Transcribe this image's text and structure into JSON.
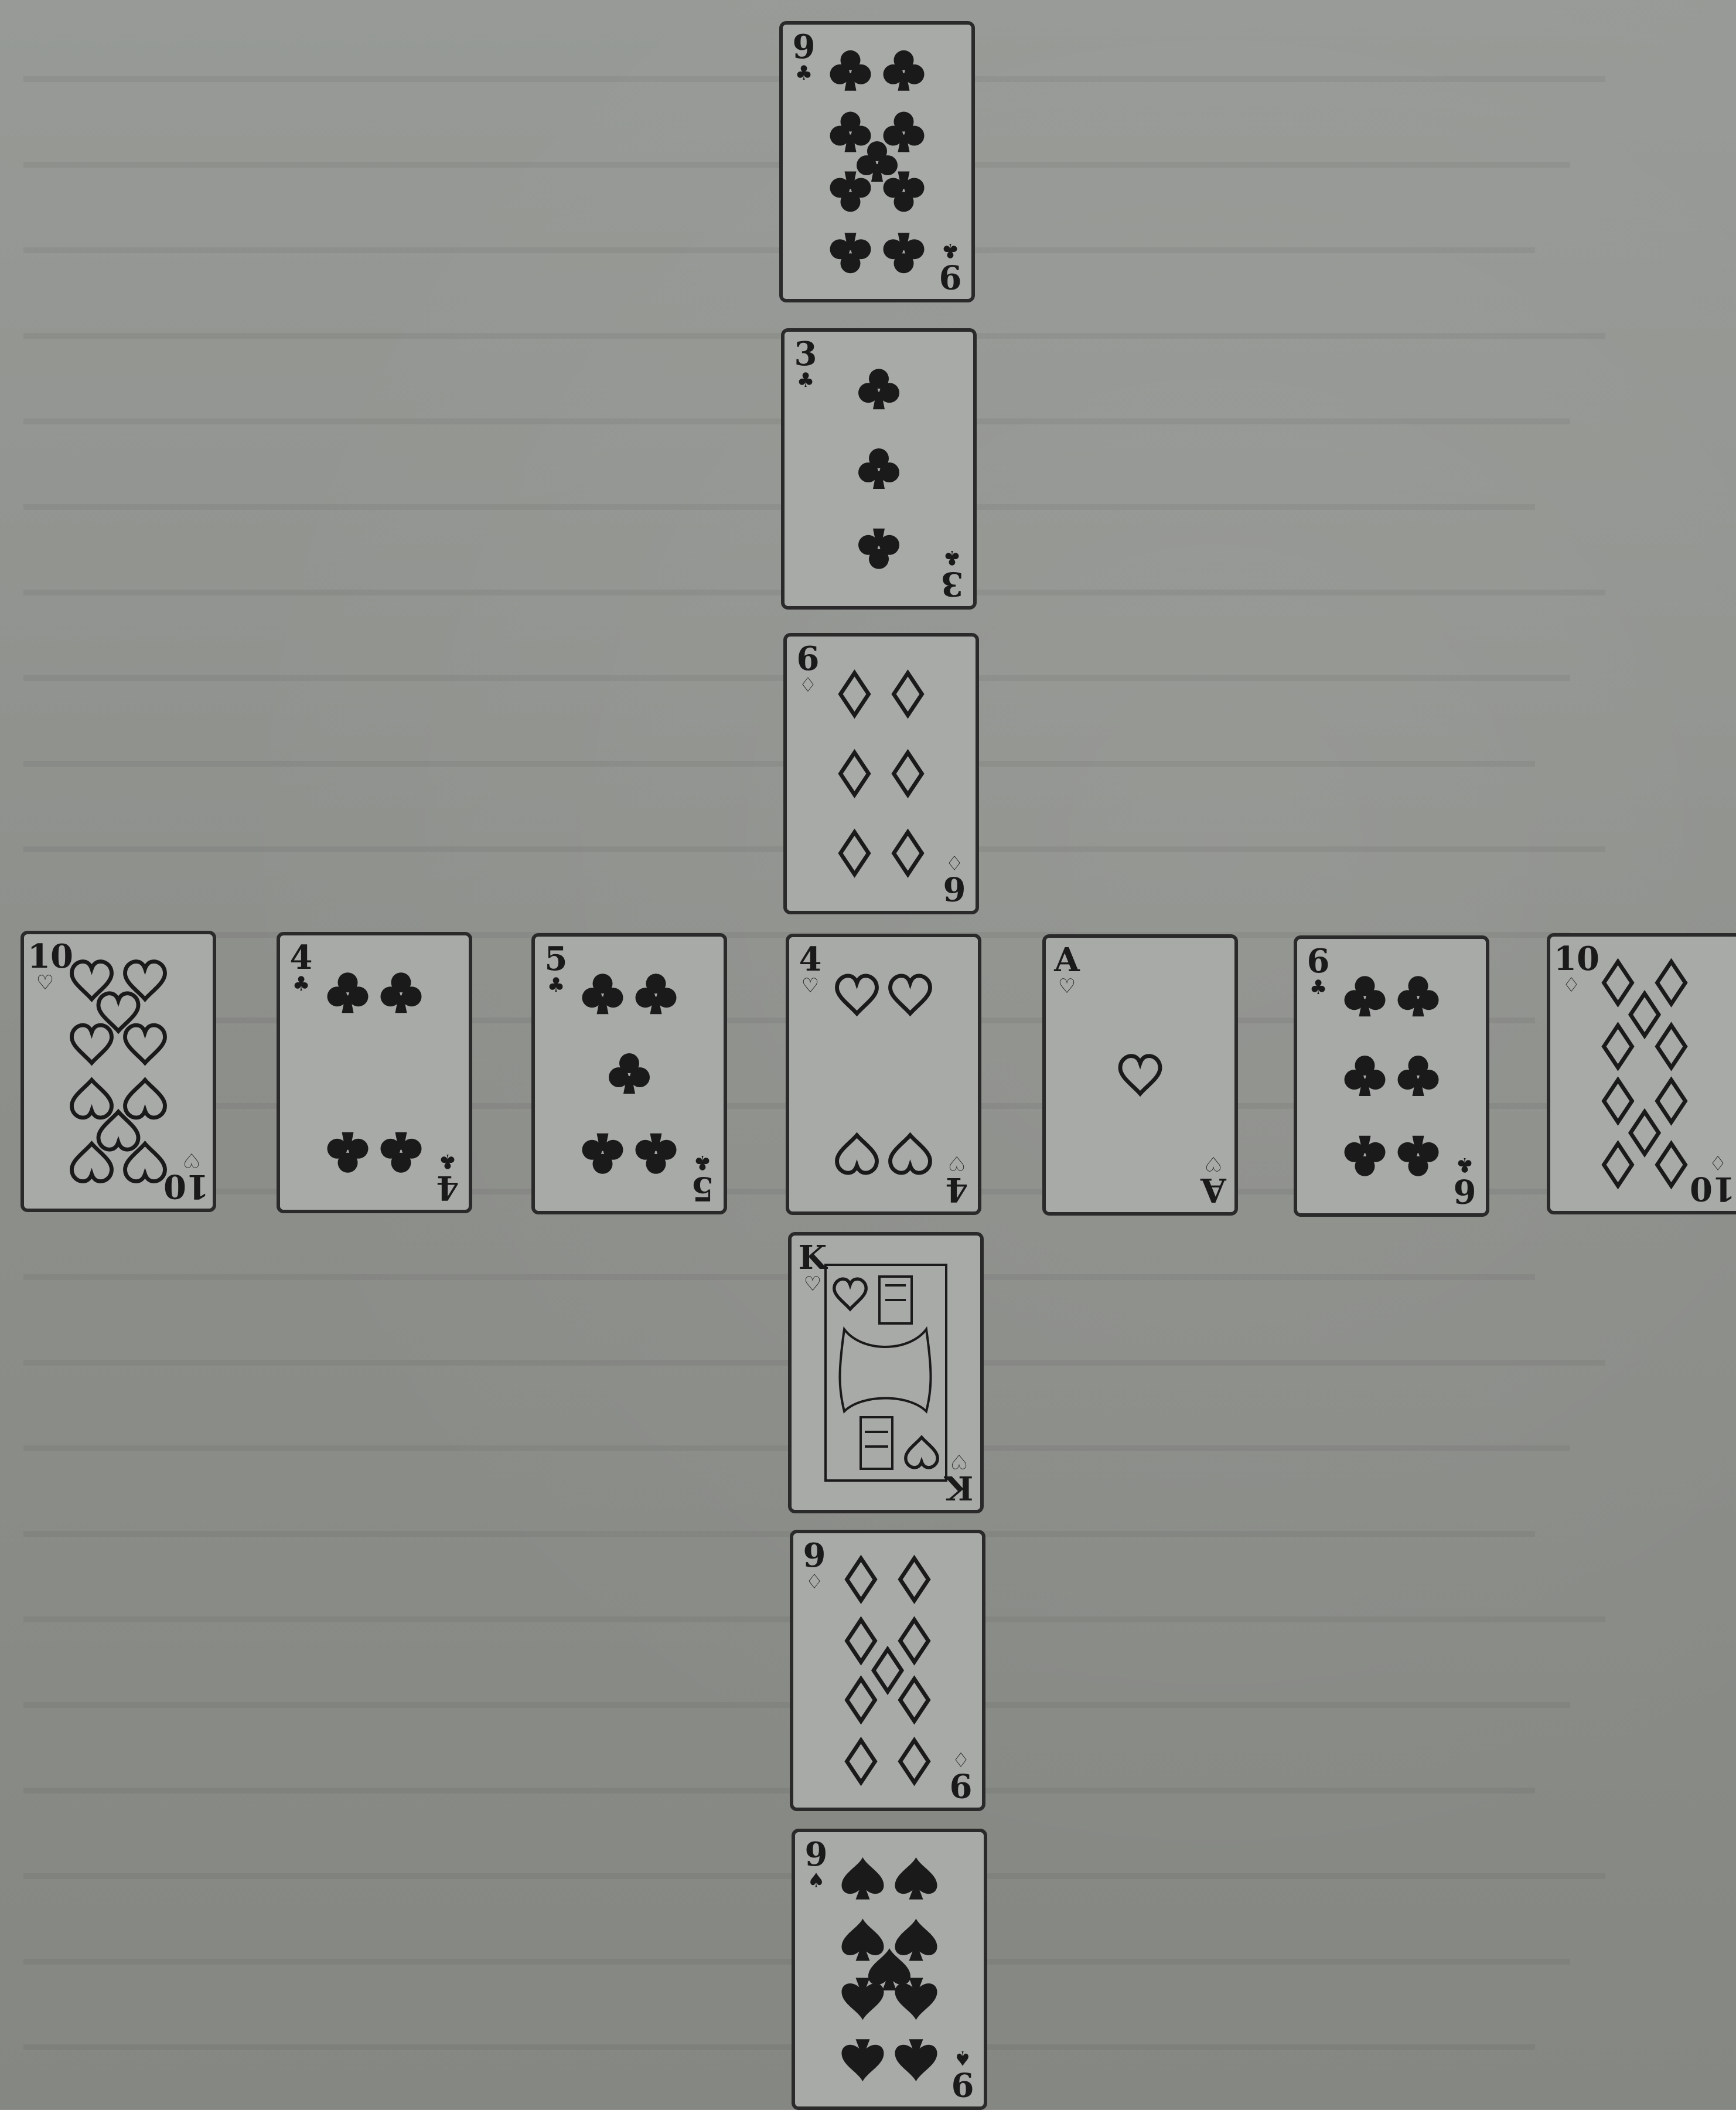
{
  "layout": {
    "vertical_column": [
      {
        "rank": "9",
        "suit": "clubs",
        "suit_symbol": "♣"
      },
      {
        "rank": "3",
        "suit": "clubs",
        "suit_symbol": "♣"
      },
      {
        "rank": "6",
        "suit": "diamonds",
        "suit_symbol": "♢"
      },
      {
        "rank": "4",
        "suit": "hearts",
        "suit_symbol": "♡"
      },
      {
        "rank": "K",
        "suit": "hearts",
        "suit_symbol": "♡"
      },
      {
        "rank": "9",
        "suit": "diamonds",
        "suit_symbol": "♢"
      },
      {
        "rank": "9",
        "suit": "spades",
        "suit_symbol": "♠"
      }
    ],
    "horizontal_row": [
      {
        "rank": "10",
        "suit": "hearts",
        "suit_symbol": "♡"
      },
      {
        "rank": "4",
        "suit": "clubs",
        "suit_symbol": "♣"
      },
      {
        "rank": "5",
        "suit": "clubs",
        "suit_symbol": "♣"
      },
      {
        "rank": "4",
        "suit": "hearts",
        "suit_symbol": "♡"
      },
      {
        "rank": "A",
        "suit": "hearts",
        "suit_symbol": "♡"
      },
      {
        "rank": "6",
        "suit": "clubs",
        "suit_symbol": "♣"
      },
      {
        "rank": "10",
        "suit": "diamonds",
        "suit_symbol": "♢"
      }
    ],
    "center_card": {
      "rank": "4",
      "suit": "hearts"
    }
  },
  "colors": {
    "card_face": "#a7aaa6",
    "card_border": "#2a2a2a",
    "ink": "#1a1a1a",
    "background": "#8e908c"
  }
}
